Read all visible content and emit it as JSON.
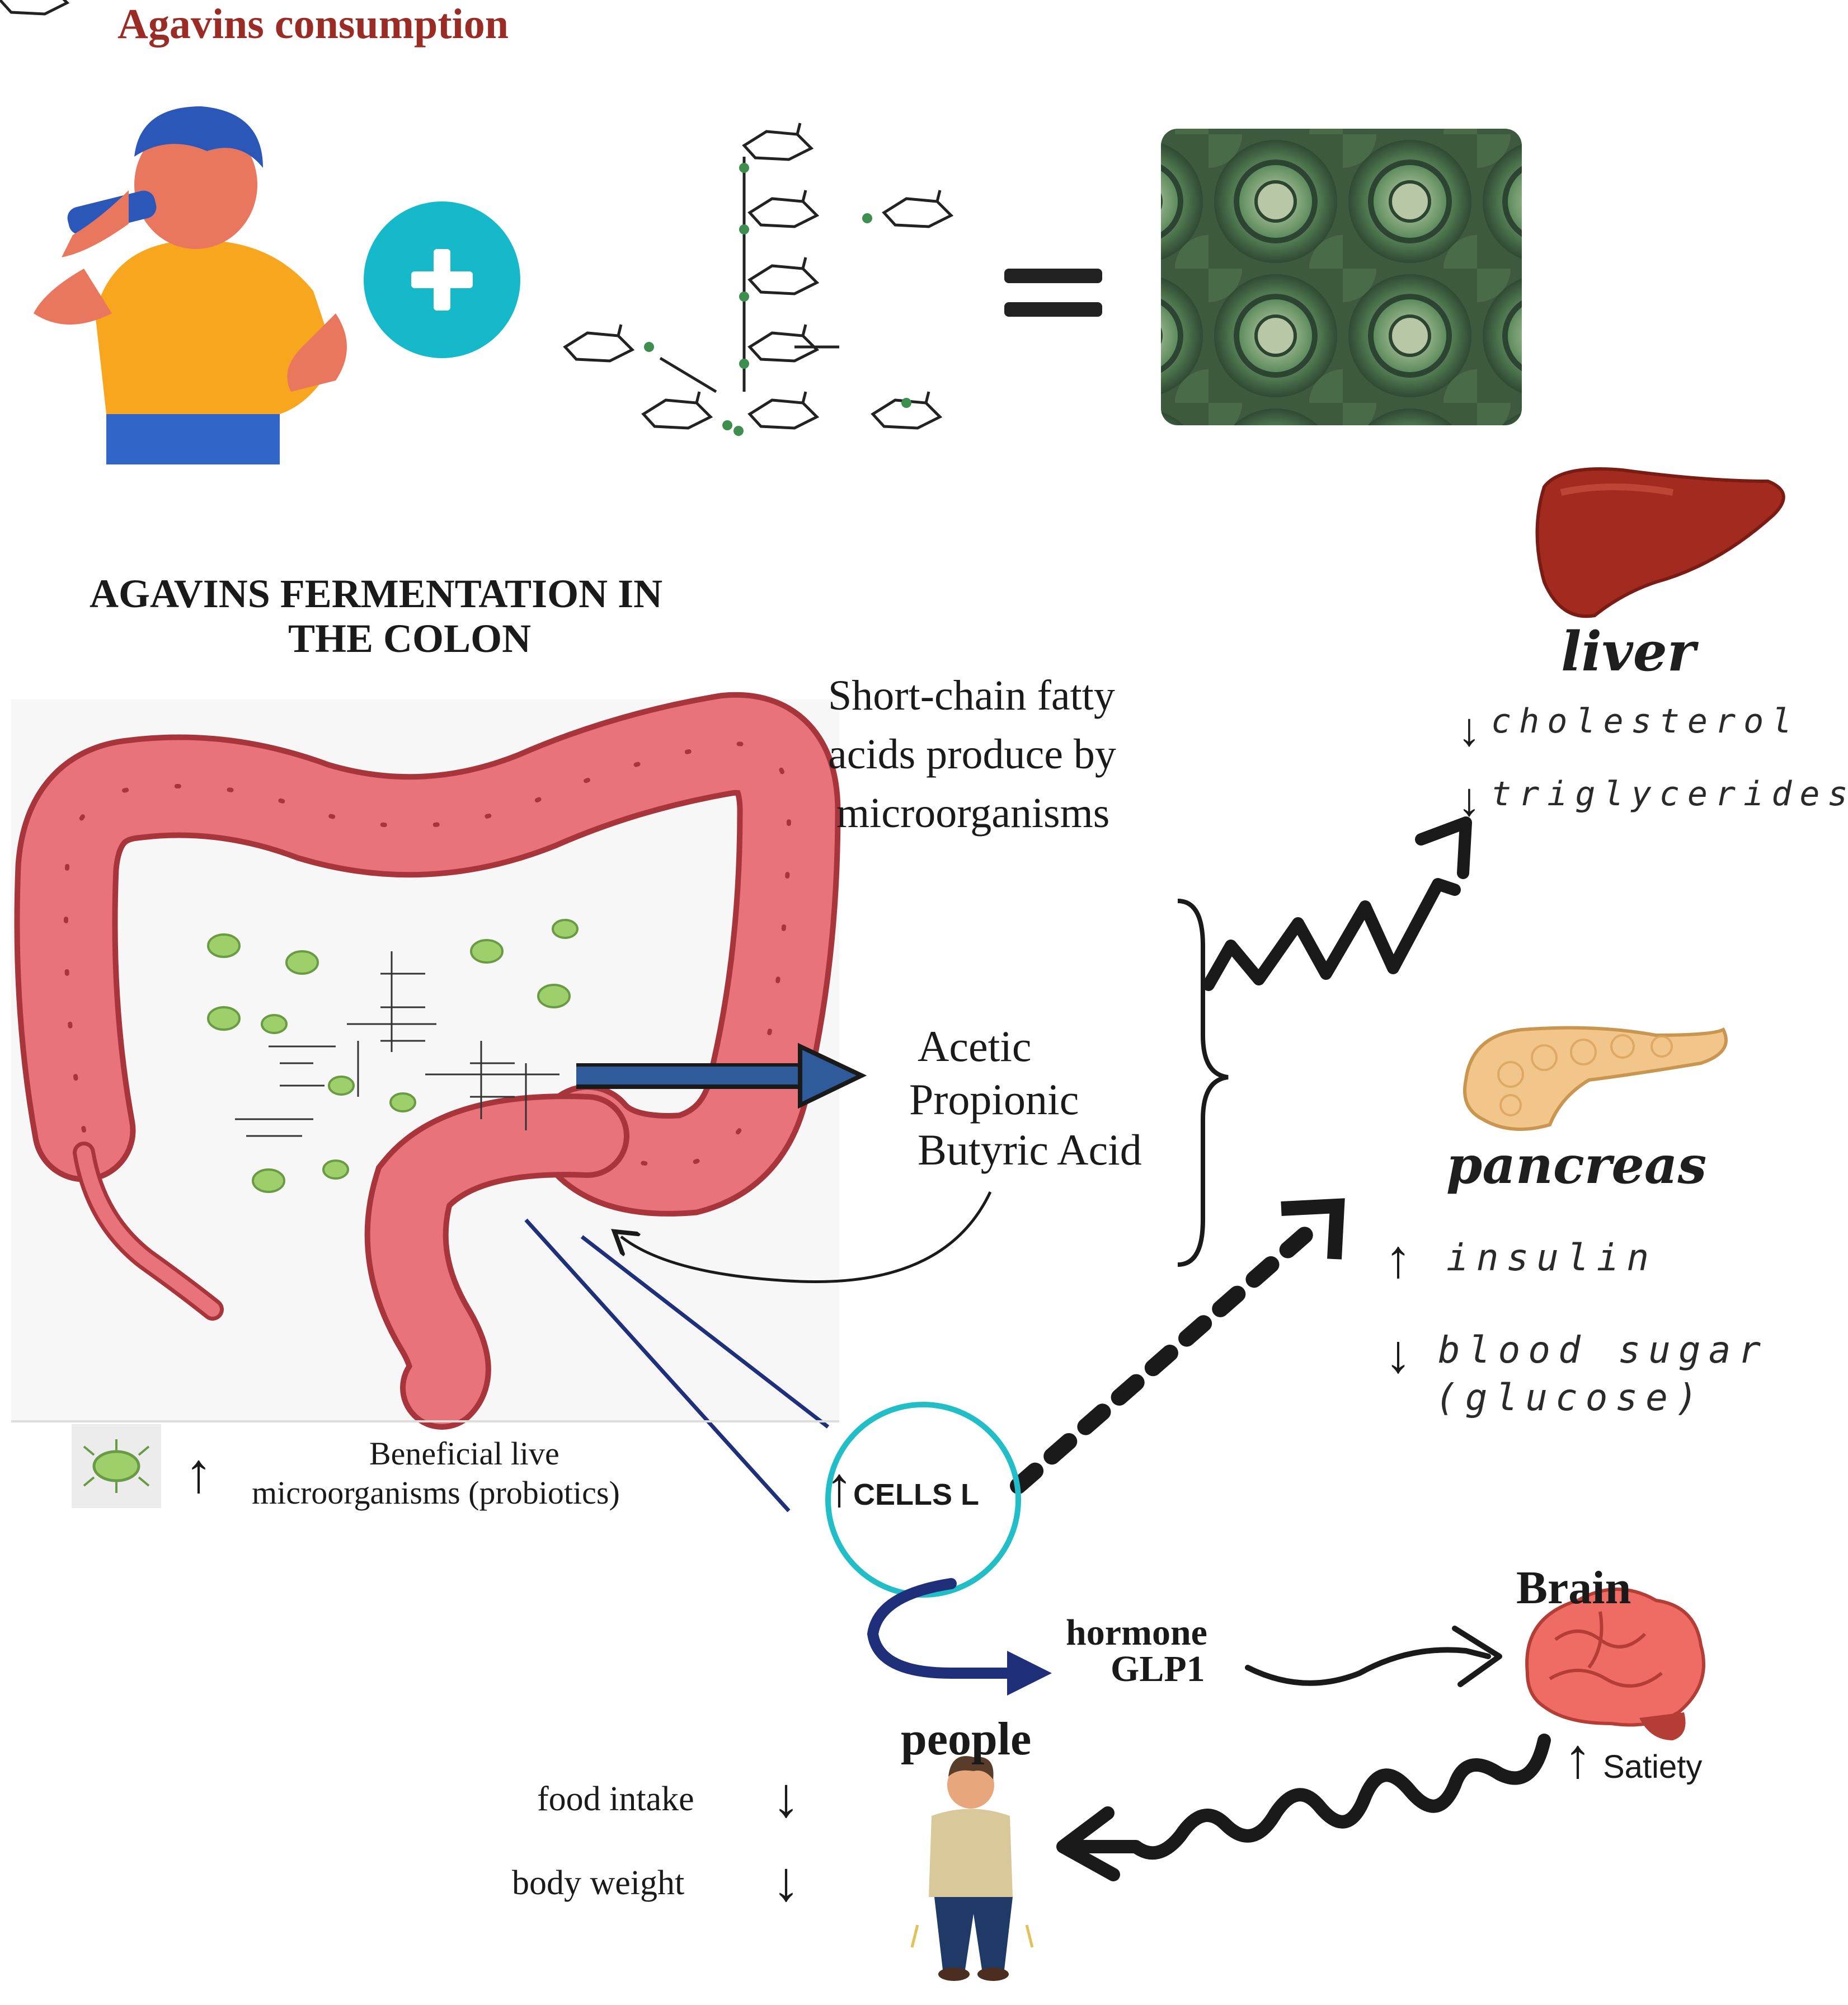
{
  "title": "Agavins consumption",
  "section_title": [
    "AGAVINS FERMENTATION IN",
    "THE COLON"
  ],
  "scfa_caption": [
    "Short-chain fatty",
    "acids produce by",
    "microorganisms"
  ],
  "acids": [
    "Acetic",
    "Propionic",
    "Butyric Acid"
  ],
  "probiotics": {
    "arrow": "↑",
    "label": [
      "Beneficial live",
      "microorganisms (probiotics)"
    ]
  },
  "cells": {
    "arrow": "↑",
    "label": "CELLS L"
  },
  "liver": {
    "name": "liver",
    "effects": [
      {
        "arrow": "↓",
        "label": "cholesterol"
      },
      {
        "arrow": "↓",
        "label": "triglycerides"
      }
    ]
  },
  "pancreas": {
    "name": "pancreas",
    "effects": [
      {
        "arrow": "↑",
        "label": "insulin"
      },
      {
        "arrow": "↓",
        "label": "blood sugar"
      }
    ],
    "glucose_label": "(glucose)"
  },
  "hormone": [
    "hormone",
    "GLP1"
  ],
  "brain": {
    "name": "Brain",
    "arrow": "↑",
    "effect": "Satiety"
  },
  "people": {
    "name": "people",
    "effects": [
      {
        "label": "food intake",
        "arrow": "↓"
      },
      {
        "label": "body weight",
        "arrow": "↓"
      }
    ]
  },
  "colors": {
    "title_red": "#9b2c25",
    "colon_pink": "#e8737a",
    "colon_dark": "#a8353c",
    "plus_teal": "#16b9c9",
    "arrow_blue": "#2f5b9b",
    "liver_red": "#a32a1e",
    "pancreas_tan": "#f2c68a",
    "bacteria_green": "#9dcf6a",
    "cell_circle": "#22bec8",
    "navy": "#1f2f7a"
  }
}
